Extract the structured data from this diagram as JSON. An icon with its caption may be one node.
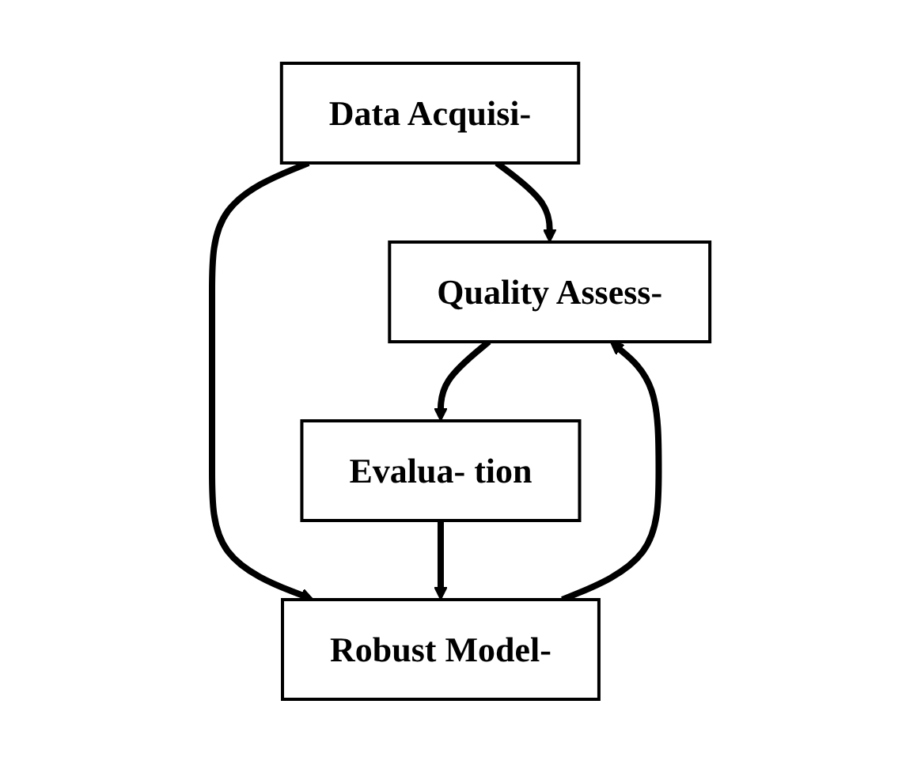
{
  "diagram": {
    "nodes": [
      {
        "text": [
          "Data Acquisi-"
        ]
      },
      {
        "text": [
          "Quality Assess-"
        ]
      },
      {
        "text": [
          "Robust Model-"
        ]
      },
      {
        "text": [
          "Evalua- tion"
        ]
      }
    ],
    "edges": [
      {
        "from": 0,
        "to": 1,
        "arrow": "to"
      },
      {
        "from": 0,
        "to": 2,
        "arrow": "to"
      },
      {
        "from": 2,
        "to": 1,
        "arrow": "to"
      },
      {
        "from": 1,
        "to": 3,
        "arrow": "to"
      },
      {
        "from": 3,
        "to": 2,
        "arrow": "to"
      }
    ]
  }
}
